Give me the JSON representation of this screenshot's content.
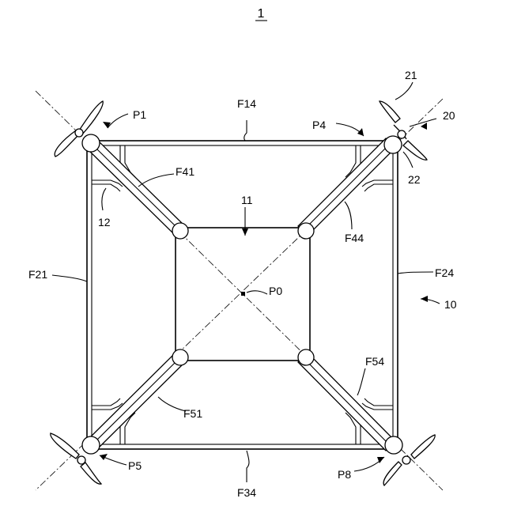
{
  "figure_number": "1",
  "labels": {
    "drone": "10",
    "body": "11",
    "frame": "12",
    "rotor_unit": "20",
    "propeller": "21",
    "motor": "22",
    "f14": "F14",
    "f21": "F21",
    "f24": "F24",
    "f34": "F34",
    "f41": "F41",
    "f44": "F44",
    "f51": "F51",
    "f54": "F54",
    "p0": "P0",
    "p1": "P1",
    "p4": "P4",
    "p5": "P5",
    "p8": "P8"
  }
}
